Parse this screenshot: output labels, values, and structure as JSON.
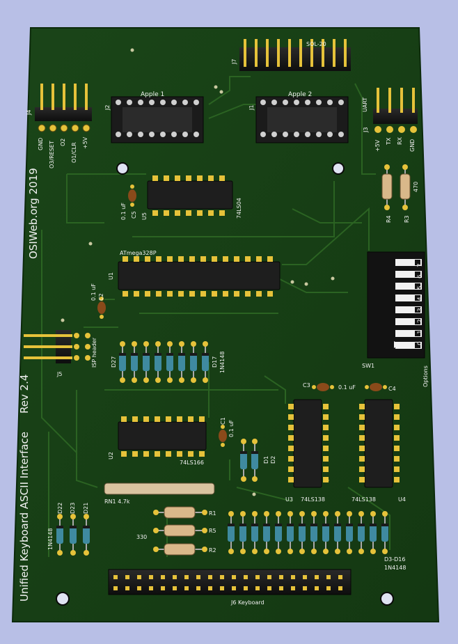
{
  "colors": {
    "background": "#b8bfe6",
    "pcb": "#173d15",
    "trace": "#2f6a25",
    "silkscreen": "#f2f2f2",
    "ic_body": "#1e1e1e",
    "pad_gold": "#e6c23a",
    "capacitor": "#8a4a1a",
    "resistor_body": "#d9b88a",
    "diode_body": "#3f8aa0"
  },
  "title": {
    "main": "Unified Keyboard ASCII Interface",
    "rev": "Rev 2.4",
    "org": "OSIWeb.org 2019"
  },
  "connectors": {
    "j4": {
      "ref": "J4",
      "pins": [
        "GND",
        "O3/RESET",
        "O2",
        "O1/CLR",
        "+5V"
      ]
    },
    "j2": {
      "ref": "J2",
      "label": "Apple 1"
    },
    "j1": {
      "ref": "J1",
      "label": "Apple 2"
    },
    "j7": {
      "ref": "J7",
      "label": "SOL-20"
    },
    "j3": {
      "ref": "J3",
      "label": "UART",
      "pins": [
        "+5V",
        "TX",
        "RX",
        "GND"
      ]
    },
    "j5": {
      "ref": "J5",
      "label": "ISP header"
    },
    "j6": {
      "label": "J6 Keyboard"
    }
  },
  "chips": {
    "u5": {
      "ref": "U5",
      "part": "74LS04"
    },
    "u1": {
      "ref": "U1",
      "part": "ATmega328P"
    },
    "u2": {
      "ref": "U2",
      "part": "74LS166"
    },
    "u3": {
      "ref": "U3",
      "part": "74LS138"
    },
    "u4": {
      "ref": "U4",
      "part": "74LS138"
    }
  },
  "caps": {
    "c5": {
      "ref": "C5",
      "value": "0.1 uF"
    },
    "c2": {
      "ref": "C2",
      "value": "0.1 uF"
    },
    "c1": {
      "ref": "C1",
      "value": "0.1 uF"
    },
    "c3": {
      "ref": "C3"
    },
    "c4": {
      "ref": "C4"
    },
    "c34_value": "0.1 uF"
  },
  "resistors": {
    "r4": "R4",
    "r3": "R3",
    "r34_value": "470",
    "r1": "R1",
    "r5": "R5",
    "r2": "R2",
    "r125_value": "330",
    "rn1": "RN1 4.7k"
  },
  "diodes": {
    "d27": "D27",
    "d17": "D17",
    "d17_part": "1N4148",
    "d1": "D1",
    "d2": "D2",
    "d22": "D22",
    "d23": "D23",
    "d21": "D21",
    "d21_part": "1N4148",
    "d3_16": "D3-D16",
    "d3_16_part": "1N4148"
  },
  "switch": {
    "ref": "SW1",
    "label": "Options",
    "numbers": [
      "7",
      "6",
      "5",
      "4",
      "3",
      "2",
      "1",
      "0"
    ]
  }
}
